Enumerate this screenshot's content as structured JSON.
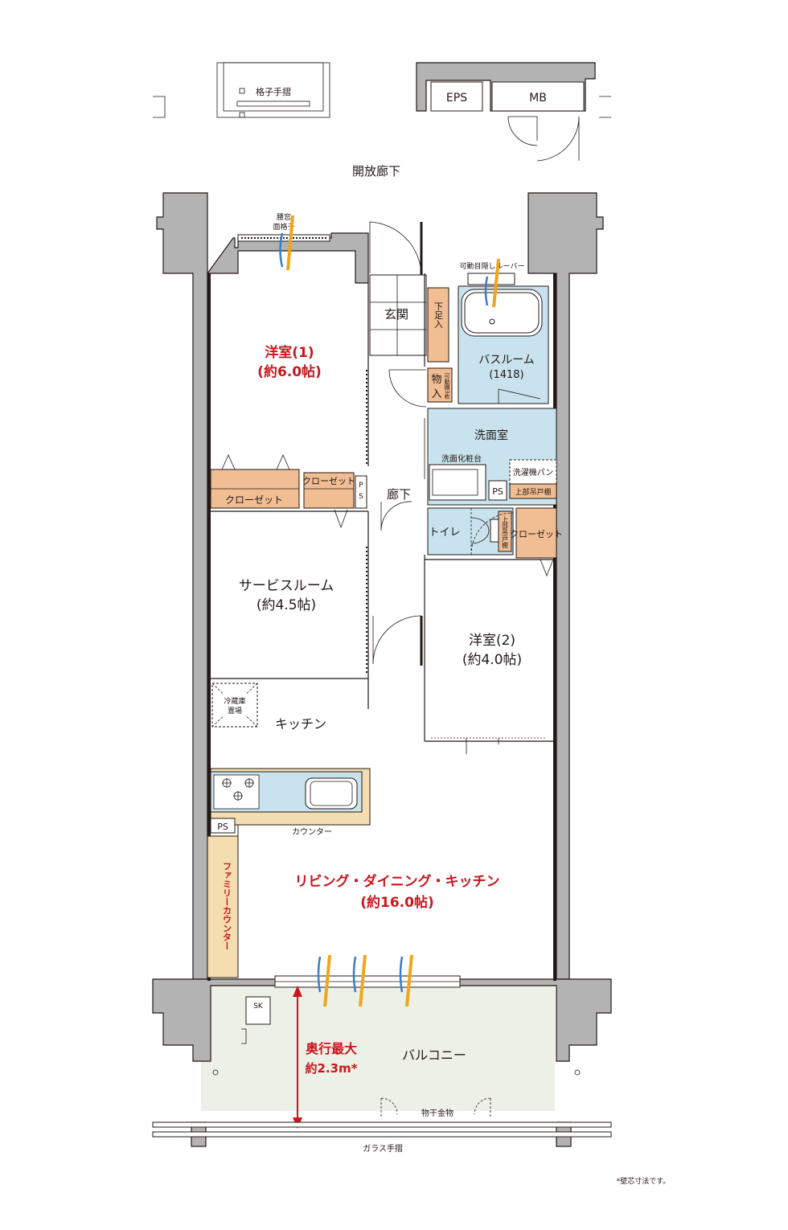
{
  "common": {
    "corridor": "開放廊下",
    "lattice_rail": "格子手摺",
    "eps": "EPS",
    "mb": "MB",
    "waist_window_line1": "腰窓",
    "waist_window_line2": "面格子",
    "louver": "可動目隠しルーバー"
  },
  "rooms": {
    "western1_name": "洋室(1)",
    "western1_size": "(約6.0帖)",
    "western2_name": "洋室(2)",
    "western2_size": "(約4.0帖)",
    "service_name": "サービスルーム",
    "service_size": "(約4.5帖)",
    "ldk_name": "リビング・ダイニング・キッチン",
    "ldk_size": "(約16.0帖)",
    "entrance": "玄関",
    "hallway": "廊下",
    "bathroom_name": "バスルーム",
    "bathroom_size": "(1418)",
    "washroom": "洗面室",
    "vanity": "洗面化粧台",
    "toilet": "トイレ",
    "kitchen": "キッチン",
    "balcony": "バルコニー"
  },
  "storage": {
    "shoe_box": "下足入",
    "storage_main": "物入",
    "movable_shelf": "可動棚3枚",
    "closet1": "クローゼット",
    "closet2": "クローゼット",
    "closet3": "クローゼット",
    "upper_cabinet": "上部吊戸棚",
    "washer_pan": "洗濯機パン",
    "toilet_shelf": "上部吊戸棚",
    "fridge_line1": "冷蔵庫",
    "fridge_line2": "置場",
    "counter": "カウンター",
    "family_counter": "ファミリーカウンター"
  },
  "ps_labels": [
    "PS",
    "PS",
    "PS"
  ],
  "sk": "SK",
  "balcony": {
    "depth_line1": "奥行最大",
    "depth_line2": "約2.3m*",
    "drying_hardware": "物干金物",
    "glass_rail": "ガラス手摺"
  },
  "footnote": "*壁芯寸法です。",
  "colors": {
    "accent_red": "#c8161d",
    "storage_orange": "#f1be94",
    "wet_area_blue": "#c8e3ee",
    "counter_beige": "#f3ddb1",
    "wall_gray": "#b3b3b3",
    "balcony_tint": "#edf0e6"
  }
}
